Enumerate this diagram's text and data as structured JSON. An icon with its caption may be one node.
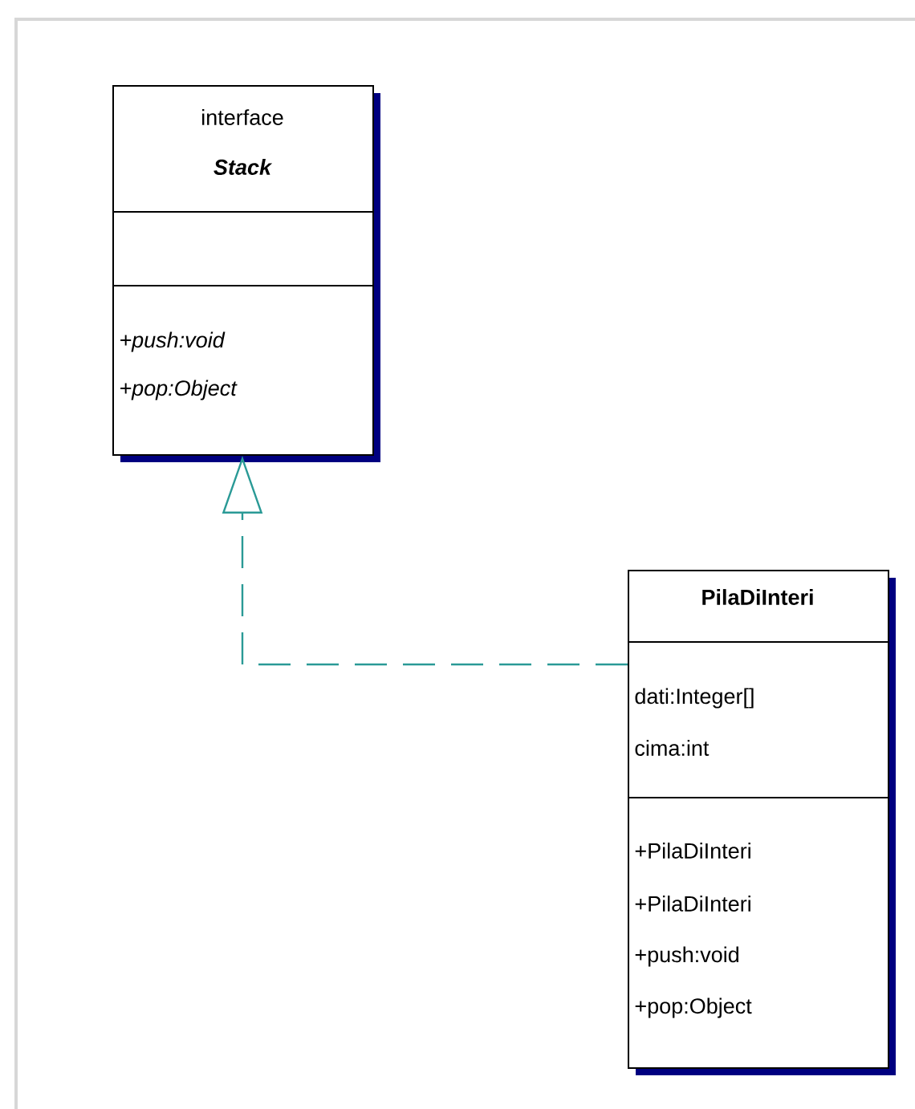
{
  "diagram": {
    "nodes": [
      {
        "text": [
          "interface",
          "Stack",
          "+push:void",
          "+pop:Object"
        ]
      },
      {
        "text": [
          "PilaDiInteri",
          "dati:Integer[]",
          "cima:int",
          "+PilaDiInteri",
          "+PilaDiInteri",
          "+push:void",
          "+pop:Object"
        ]
      }
    ],
    "edges": [
      {
        "from": 1,
        "to": 0,
        "arrow": "to",
        "style": "dashed",
        "color": "#2a9a96"
      }
    ]
  }
}
